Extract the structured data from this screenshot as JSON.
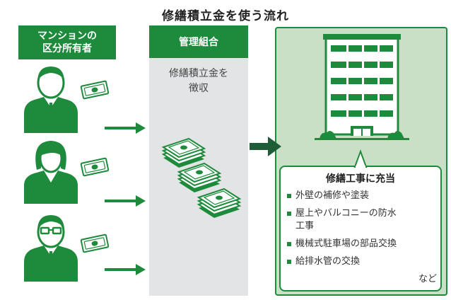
{
  "title": "修繕積立金を使う流れ",
  "owners": {
    "header": "マンションの\n区分所有者"
  },
  "management": {
    "header": "管理組合",
    "caption": "修繕積立金を\n徴収"
  },
  "usage": {
    "title": "修繕工事に充当",
    "items": [
      "外壁の補修や塗装",
      "屋上やバルコニーの防水\n工事",
      "機械式駐車場の部品交換",
      "給排水管の交換"
    ],
    "etc": "など"
  },
  "colors": {
    "accent": "#1e8a3c",
    "dark": "#1f5c38",
    "panel": "#e3e4e5",
    "light_green": "#c9e0c6"
  },
  "icons": [
    "man-icon",
    "woman-icon",
    "glasses-man-icon",
    "banknote-icon",
    "money-stack-icon",
    "building-icon",
    "arrow-icon"
  ]
}
